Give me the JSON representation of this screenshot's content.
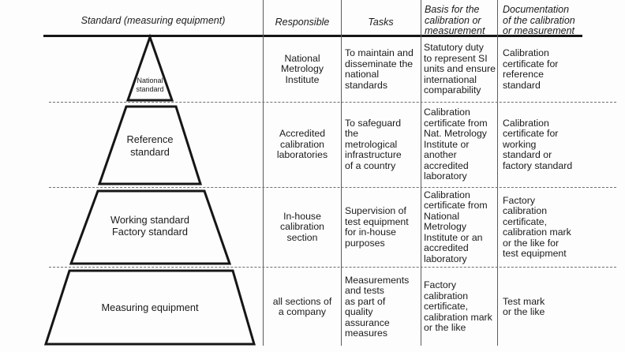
{
  "header": {
    "standard": "Standard (measuring equipment)",
    "responsible": "Responsible",
    "tasks": "Tasks",
    "basis": "Basis for the\ncalibration or\nmeasurement",
    "documentation": "Documentation\nof the calibration\nor measurement"
  },
  "pyramid": {
    "levels": [
      {
        "label": "National\nstandard"
      },
      {
        "label": "Reference\nstandard"
      },
      {
        "label": "Working standard\nFactory standard"
      },
      {
        "label": "Measuring equipment"
      }
    ]
  },
  "rows": [
    {
      "responsible": "National\nMetrology\nInstitute",
      "tasks": "To maintain and\ndisseminate the\nnational\nstandards",
      "basis": "Statutory duty\nto represent SI\nunits and ensure\ninternational\ncomparability",
      "documentation": "Calibration\ncertificate for\nreference\nstandard"
    },
    {
      "responsible": "Accredited\ncalibration\nlaboratories",
      "tasks": "To safeguard\nthe\nmetrological\ninfrastructure\nof a country",
      "basis": "Calibration\ncertificate from\nNat. Metrology\nInstitute or\nanother\naccredited\nlaboratory",
      "documentation": "Calibration\ncertificate for\nworking\nstandard or\nfactory standard"
    },
    {
      "responsible": "In-house\ncalibration\nsection",
      "tasks": "Supervision of\ntest equipment\nfor in-house\npurposes",
      "basis": "Calibration\ncertificate from\nNational\nMetrology\nInstitute or an\naccredited\nlaboratory",
      "documentation": "Factory\ncalibration\ncertificate,\ncalibration mark\nor the like for\ntest equipment"
    },
    {
      "responsible": "all sections of\na company",
      "tasks": "Measurements\nand tests\nas part of\nquality\nassurance\nmeasures",
      "basis": "Factory\ncalibration\ncertificate,\ncalibration mark\nor the like",
      "documentation": "Test mark\nor the like"
    }
  ],
  "colors": {
    "line": "#161616",
    "text": "#1b1b1b",
    "background": "#fdfdfd"
  }
}
